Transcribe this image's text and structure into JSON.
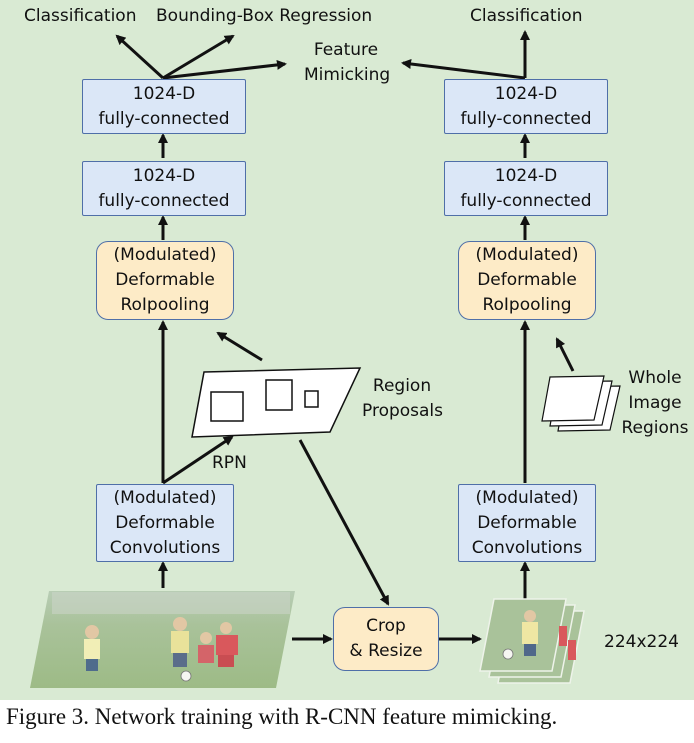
{
  "left_branch": {
    "outputs": [
      "Classification",
      "Bounding-Box Regression"
    ],
    "fc2": "1024-D\nfully-connected",
    "fc1": "1024-D\nfully-connected",
    "roi": "(Modulated)\nDeformable\nRoIpooling",
    "conv": "(Modulated)\nDeformable\nConvolutions",
    "rpn": "RPN",
    "proposals": "Region\nProposals"
  },
  "feature_mimicking": "Feature\nMimicking",
  "crop_resize": "Crop\n& Resize",
  "right_branch": {
    "output": "Classification",
    "fc2": "1024-D\nfully-connected",
    "fc1": "1024-D\nfully-connected",
    "roi": "(Modulated)\nDeformable\nRoIpooling",
    "conv": "(Modulated)\nDeformable\nConvolutions",
    "whole_image": "Whole\nImage\nRegions",
    "size": "224x224"
  },
  "caption": "Figure 3. Network training with R-CNN feature mimicking.",
  "colors": {
    "background": "#d9ead3",
    "fc_fill": "#dbe7f7",
    "roi_fill": "#fdebc7",
    "border": "#4f6fa8"
  }
}
